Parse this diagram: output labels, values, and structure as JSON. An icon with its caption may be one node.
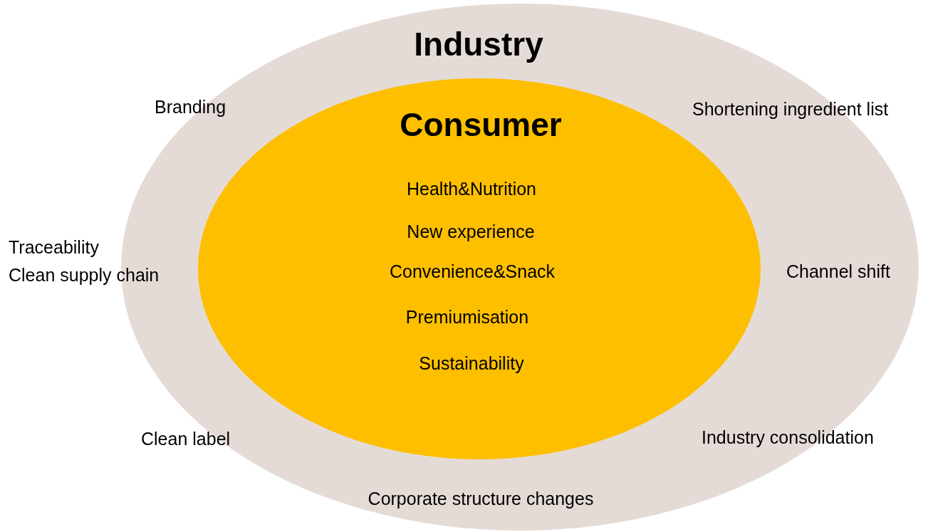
{
  "diagram": {
    "nodes": [
      {
        "text": [
          "Industry"
        ]
      },
      {
        "text": [
          "Consumer",
          "Health&Nutrition",
          "New experience",
          "Convenience&Snack",
          "Premiumisation",
          "Sustainability"
        ],
        "in": 0
      }
    ],
    "labels": [
      "Branding",
      "Shortening ingredient list",
      "Traceability",
      "Clean supply chain",
      "Channel shift",
      "Clean label",
      "Industry consolidation",
      "Corporate structure changes"
    ]
  }
}
